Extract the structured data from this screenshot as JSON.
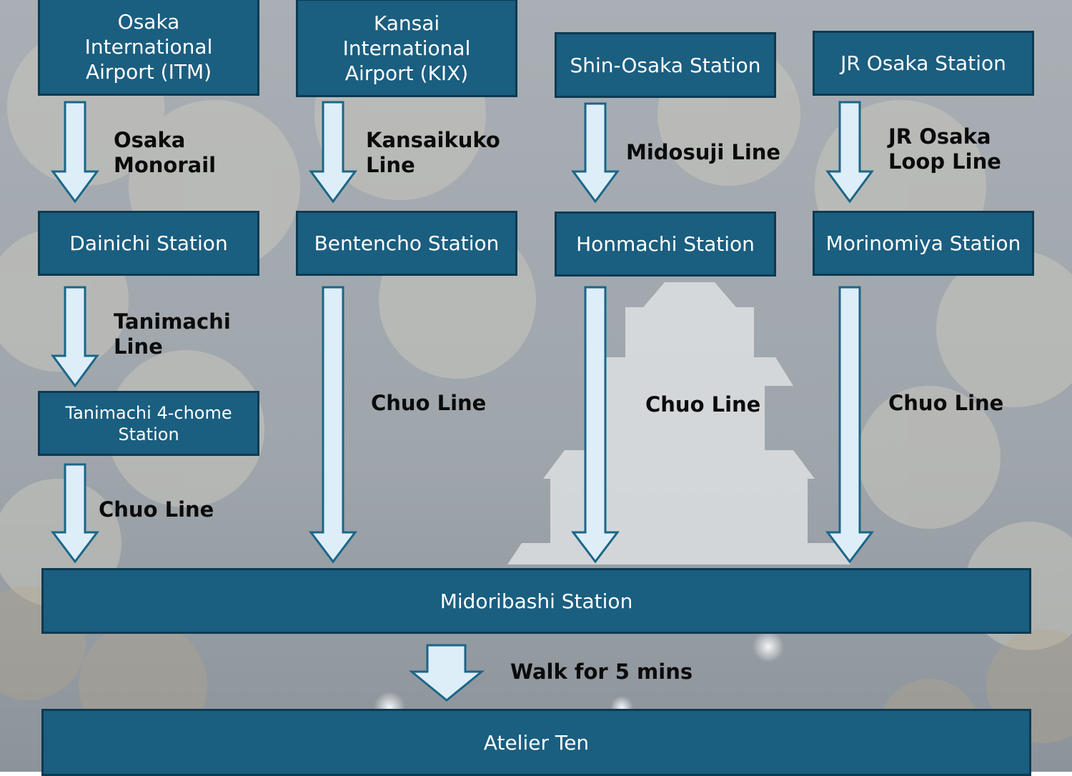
{
  "background": {
    "description_icon": "castle-cherry-blossom-night-photo",
    "tint": "#9aa3ab"
  },
  "colors": {
    "box_fill": "#1a5e80",
    "box_border": "#0d3a52",
    "box_text": "#ffffff",
    "arrow_fill": "#ddeef9",
    "arrow_stroke": "#1a6688",
    "label_text": "#0b0b0b"
  },
  "origins": {
    "itm": "Osaka\nInternational\nAirport (ITM)",
    "kix": "Kansai\nInternational\nAirport (KIX)",
    "shin_osaka": "Shin-Osaka Station",
    "jr_osaka": "JR Osaka Station"
  },
  "first_lines": {
    "monorail": "Osaka\nMonorail",
    "kansaikuko": "Kansaikuko\nLine",
    "midosuji": "Midosuji Line",
    "loop": "JR Osaka\nLoop Line"
  },
  "transfers": {
    "dainichi": "Dainichi Station",
    "bentencho": "Bentencho Station",
    "honmachi": "Honmachi Station",
    "morinomiya": "Morinomiya Station",
    "tanimachi4": "Tanimachi 4-chome\nStation"
  },
  "lines": {
    "tanimachi": "Tanimachi\nLine",
    "chuo_1": "Chuo Line",
    "chuo_2": "Chuo Line",
    "chuo_3": "Chuo Line",
    "chuo_4": "Chuo Line"
  },
  "destination": {
    "midoribashi": "Midoribashi Station",
    "walk": "Walk for 5 mins",
    "atelier": "Atelier Ten"
  }
}
